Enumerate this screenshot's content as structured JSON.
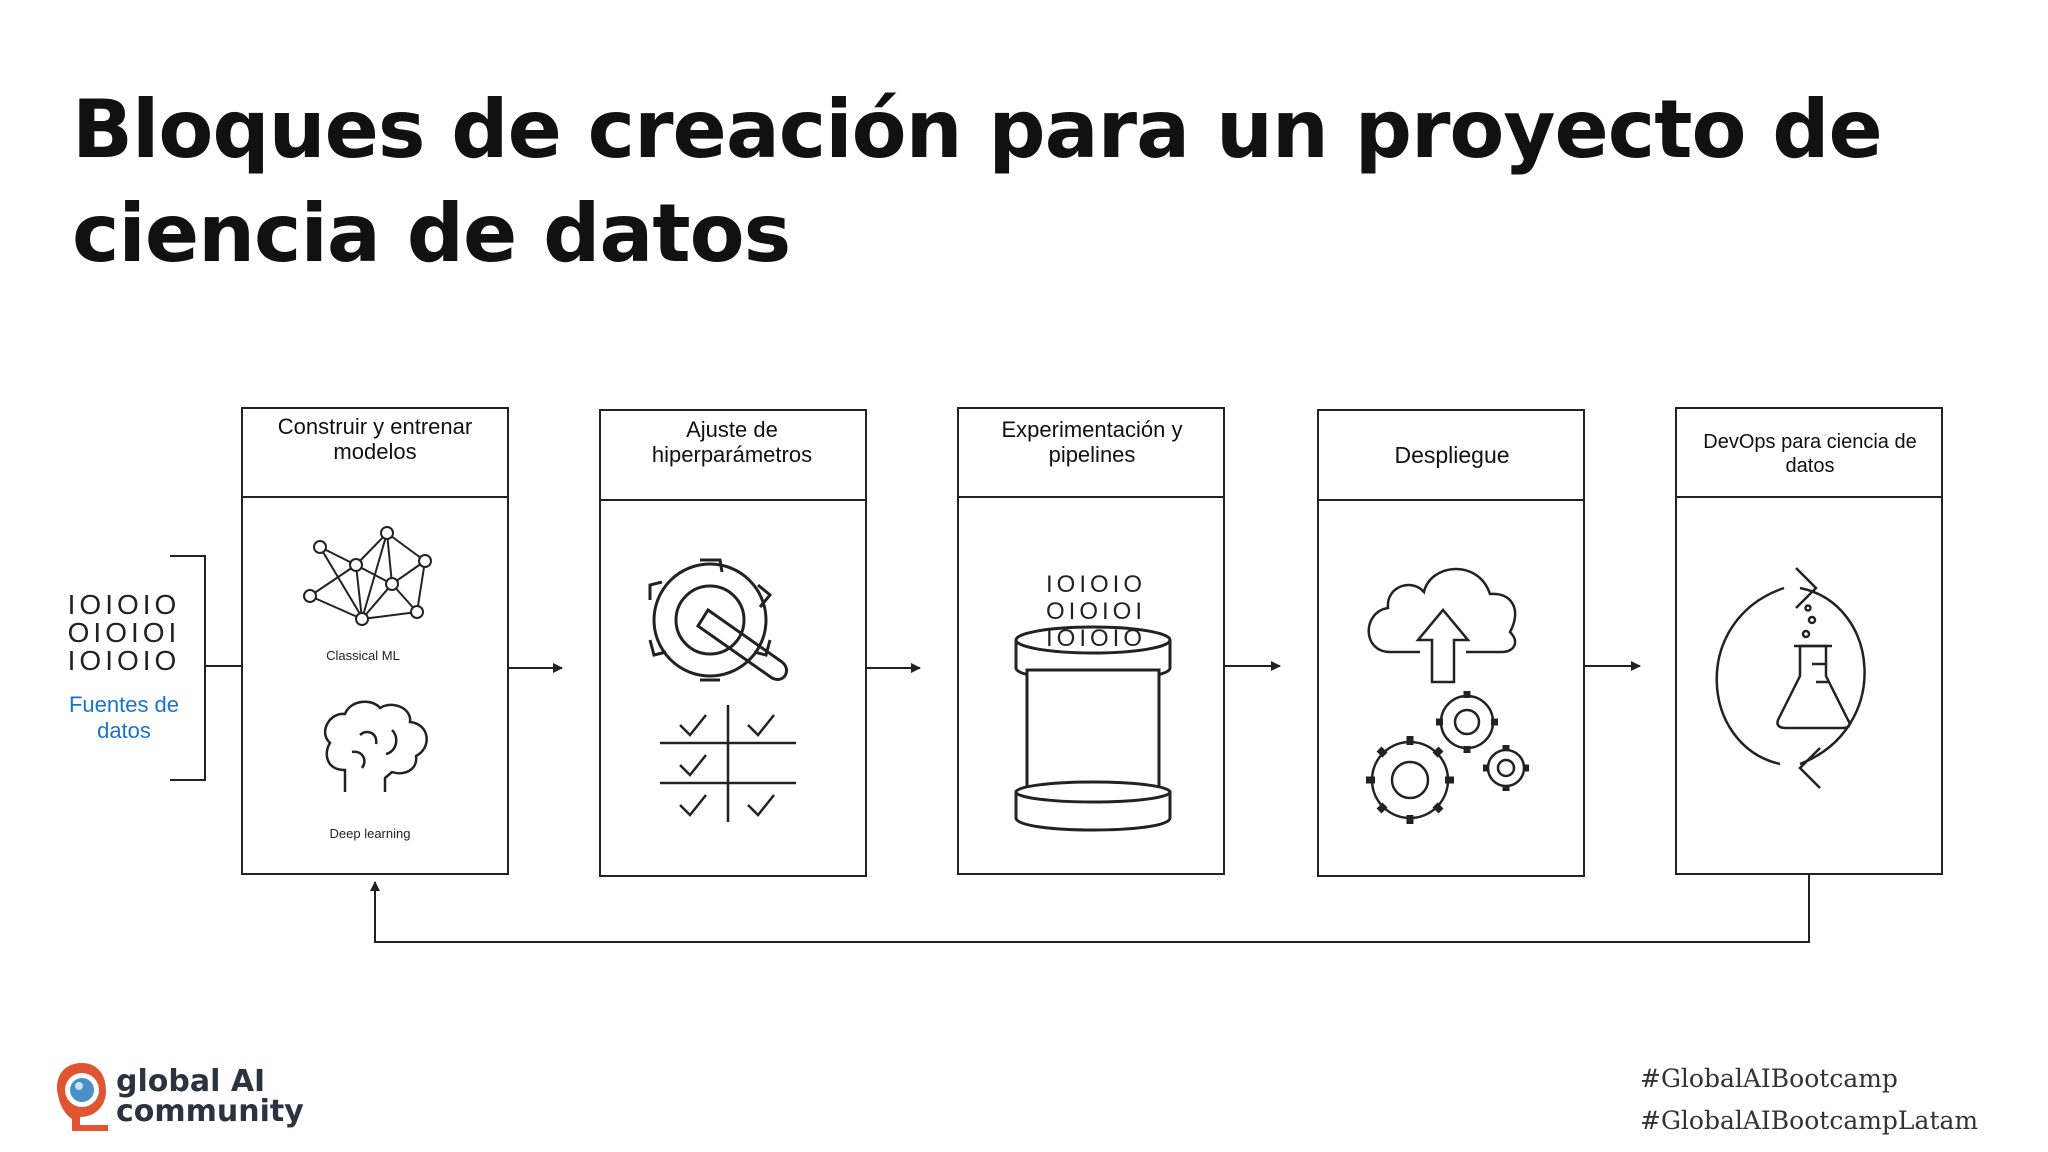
{
  "title": "Bloques de creación para un proyecto de ciencia de datos",
  "source": {
    "binary_lines": [
      "IOIOIO",
      "OIOIOI",
      "IOIOIO"
    ],
    "label_line1": "Fuentes de",
    "label_line2": "datos"
  },
  "stages": [
    {
      "title_lines": [
        "Construir y entrenar",
        "modelos"
      ],
      "sub_labels": [
        "Classical ML",
        "Deep learning"
      ]
    },
    {
      "title_lines": [
        "Ajuste de",
        "hiperparámetros"
      ]
    },
    {
      "title_lines": [
        "Experimentación y",
        "pipelines"
      ],
      "binary_lines": [
        "IOIOIO",
        "OIOIOI",
        "IOIOIO"
      ]
    },
    {
      "title_lines": [
        "Despliegue"
      ]
    },
    {
      "title_lines": [
        "DevOps para ciencia de",
        "datos"
      ]
    }
  ],
  "logo": {
    "line1": "global AI",
    "line2": "community"
  },
  "hashtags": [
    "#GlobalAIBootcamp",
    "#GlobalAIBootcampLatam"
  ],
  "colors": {
    "accent_blue": "#1a73c8",
    "logo_orange": "#e0552f",
    "logo_blue": "#4a90c8",
    "logo_text": "#2b3340"
  }
}
